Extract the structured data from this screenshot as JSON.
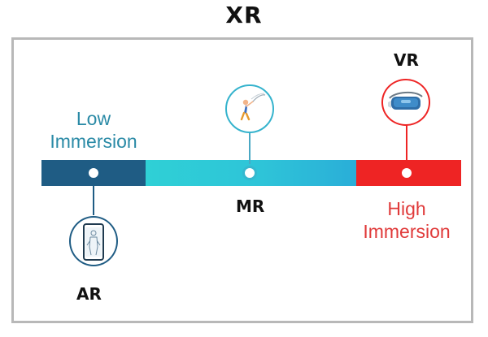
{
  "title": "XR",
  "colors": {
    "ar_blue": "#1f5c84",
    "mr_teal": "#2ec8d4",
    "vr_red": "#ee2424",
    "low_text": "#2a8aa6",
    "high_text": "#e03a3a"
  },
  "low_immersion": {
    "line1": "Low",
    "line2": "Immersion"
  },
  "high_immersion": {
    "line1": "High",
    "line2": "Immersion"
  },
  "nodes": {
    "ar": {
      "label": "AR",
      "icon": "person-phone-icon"
    },
    "mr": {
      "label": "MR",
      "icon": "person-swinging-icon"
    },
    "vr": {
      "label": "VR",
      "icon": "vr-headset-icon"
    }
  }
}
